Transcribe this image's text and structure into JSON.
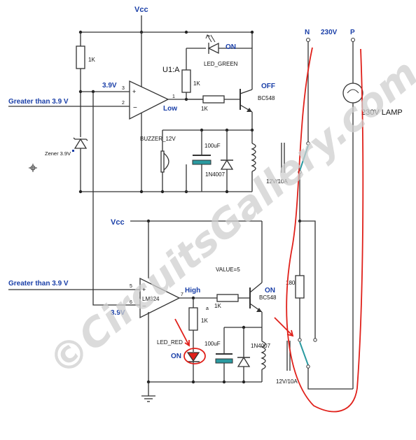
{
  "labels": {
    "vcc_top": "Vcc",
    "vcc_bottom": "Vcc",
    "greater_top": "Greater than 3.9 V",
    "greater_bottom": "Greater than 3.9 V",
    "v39_top": "3.9V",
    "v39_bottom": "3.9V",
    "r1k_vertical": "1K",
    "zener": "Zener 3.9V",
    "u1a": "U1:A",
    "pin3": "3",
    "pin2": "2",
    "pin1": "1",
    "low": "Low",
    "r1k_led": "1K",
    "r1k_base": "1K",
    "led_green": "LED_GREEN",
    "on_green": "ON",
    "off": "OFF",
    "bc548_top": "BC548",
    "buzzer": "BUZZER_12V",
    "cap_top": "100uF",
    "diode_top": "1N4007",
    "relay_top": "12V/10A",
    "n": "N",
    "v230": "230V",
    "p": "P",
    "lamp": "230V LAMP",
    "r180": "180",
    "value5": "VALUE=5",
    "pin5": "5",
    "pin6": "6",
    "pin7": "7",
    "lm324": "LM324",
    "high": "High",
    "r1k_base2": "1K",
    "node_a": "a",
    "r1k_led2": "1K",
    "on_bottom": "ON",
    "bc548_bottom": "BC548",
    "led_red": "LED_RED",
    "on_red": "ON",
    "cap_bottom": "100uF",
    "diode_bottom": "1N4007",
    "relay_bottom": "12V/10A",
    "watermark": "©CircuitsGallery.com"
  },
  "colors": {
    "wire": "#333333",
    "blue_label": "#1a3fa8",
    "annotation_red": "#e0201a",
    "switch_cyan": "#2a9aa0",
    "watermark": "#cfcfcf"
  }
}
